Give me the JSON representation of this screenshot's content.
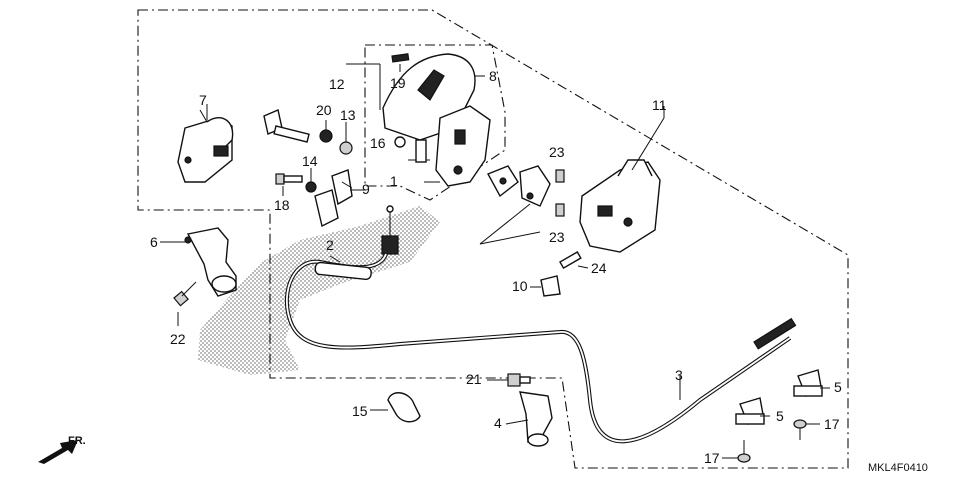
{
  "diagram": {
    "code": "MKL4F0410",
    "direction_label": "FR.",
    "callouts": [
      "1",
      "2",
      "3",
      "4",
      "5",
      "5",
      "6",
      "7",
      "8",
      "9",
      "10",
      "11",
      "12",
      "13",
      "14",
      "15",
      "16",
      "17",
      "17",
      "18",
      "19",
      "20",
      "21",
      "22",
      "23",
      "23",
      "24"
    ]
  },
  "colors": {
    "line": "#111111",
    "background": "#ffffff",
    "shadow": "#9a9a9a"
  }
}
